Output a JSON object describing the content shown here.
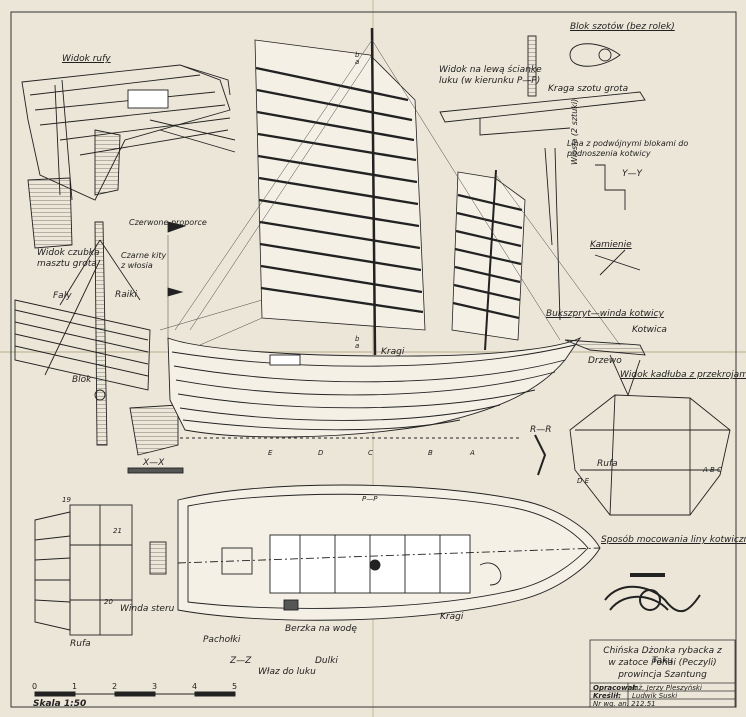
{
  "title": {
    "line1": "Chińska Dżonka rybacka z Taku",
    "line2": "w zatoce Pohai (Peczyli)",
    "line3": "prowincja Szantung"
  },
  "title_block": {
    "opracowal_label": "Opracował:",
    "opracowal_value": "Inż. Jerzy Pleszyński",
    "kreslil_label": "Kreślił:",
    "kreslil_value": "Ludwik Suski",
    "nr_label": "Nr wg. an. 212.51"
  },
  "scale": {
    "label": "Skala 1:50",
    "ticks": [
      "0",
      "1",
      "2",
      "3",
      "4",
      "5"
    ]
  },
  "labels": {
    "widok_rufy": "Widok rufy",
    "widok_czubka": "Widok czubka",
    "masztu_grota": "masztu grota",
    "faly": "Faly",
    "raiki": "Raiki",
    "blok": "Blok",
    "czerwone_proporce": "Czerwone proporce",
    "czarne_kity": "Czarne kity",
    "z_wlosia": "z włosia",
    "x_x": "X—X",
    "b_a_top": "b\na",
    "b_a_bottom": "b\na",
    "kragi": "Kragi",
    "blok_szotow": "Blok szotów (bez rolek)",
    "widok_lewa": "Widok na lewą ścianke",
    "luku": "luku (w kierunku P—P)",
    "kraga_szotu": "Kraga szotu grota",
    "lina_podwojnymi": "Lina z podwójnymi blokami do",
    "podnoszenia_kotwicy": "podnoszenia kotwicy",
    "wiosla": "Wiosła (2 sztuki)",
    "y_y": "Y—Y",
    "kamienie": "Kamienie",
    "bukszpryt": "Bukszpryt—winda kotwicy",
    "kotwica": "Kotwica",
    "drzewo": "Drzewo",
    "widok_kadluba": "Widok kadłuba z przekrojami",
    "rufa": "Rufa",
    "r_r": "R—R",
    "sections": [
      "E",
      "D",
      "C",
      "B",
      "A"
    ],
    "winda_steru": "Winda steru",
    "pachołki": "Pachołki",
    "berzka": "Berzka na wodę",
    "dulki": "Dulki",
    "wlaz": "Właz do luku",
    "z_z": "Z—Z",
    "kragi_plan": "Kragi",
    "sposob": "Sposób mocowania liny kotwicznej",
    "rufa_plan": "Rufa",
    "n19": "19",
    "n21": "21",
    "n20": "20",
    "p_p": "P—P",
    "abc": "A B C",
    "de": "D E"
  }
}
